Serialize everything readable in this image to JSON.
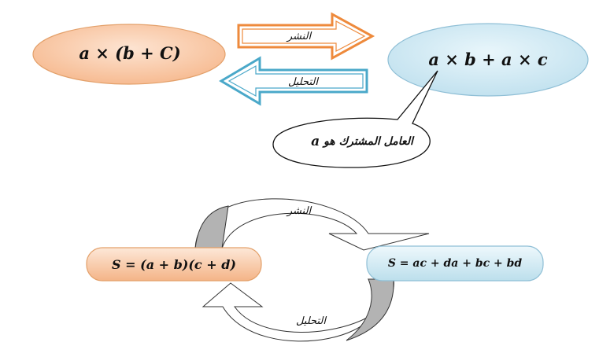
{
  "top": {
    "left_expression": "a × (b + C)",
    "right_expression": "a × b + a × c",
    "arrow_forward_label": "النشر",
    "arrow_backward_label": "التحليل",
    "callout_text": "العامل المشترك هو",
    "callout_variable": "a"
  },
  "bottom": {
    "left_expression": "S =  (a + b)(c +  d)",
    "right_expression": "S = ac + da + bc + bd",
    "arc_top_label": "النشر",
    "arc_bottom_label": "التحليل"
  },
  "colors": {
    "peach_fill": "#f8c8a4",
    "peach_stroke": "#e3a06a",
    "blue_fill": "#cfe9f3",
    "blue_stroke": "#8fbfd6",
    "orange_arrow": "#ee8a3c",
    "blue_arrow": "#4aa8c9",
    "arc_gray": "#b3b3b3"
  }
}
